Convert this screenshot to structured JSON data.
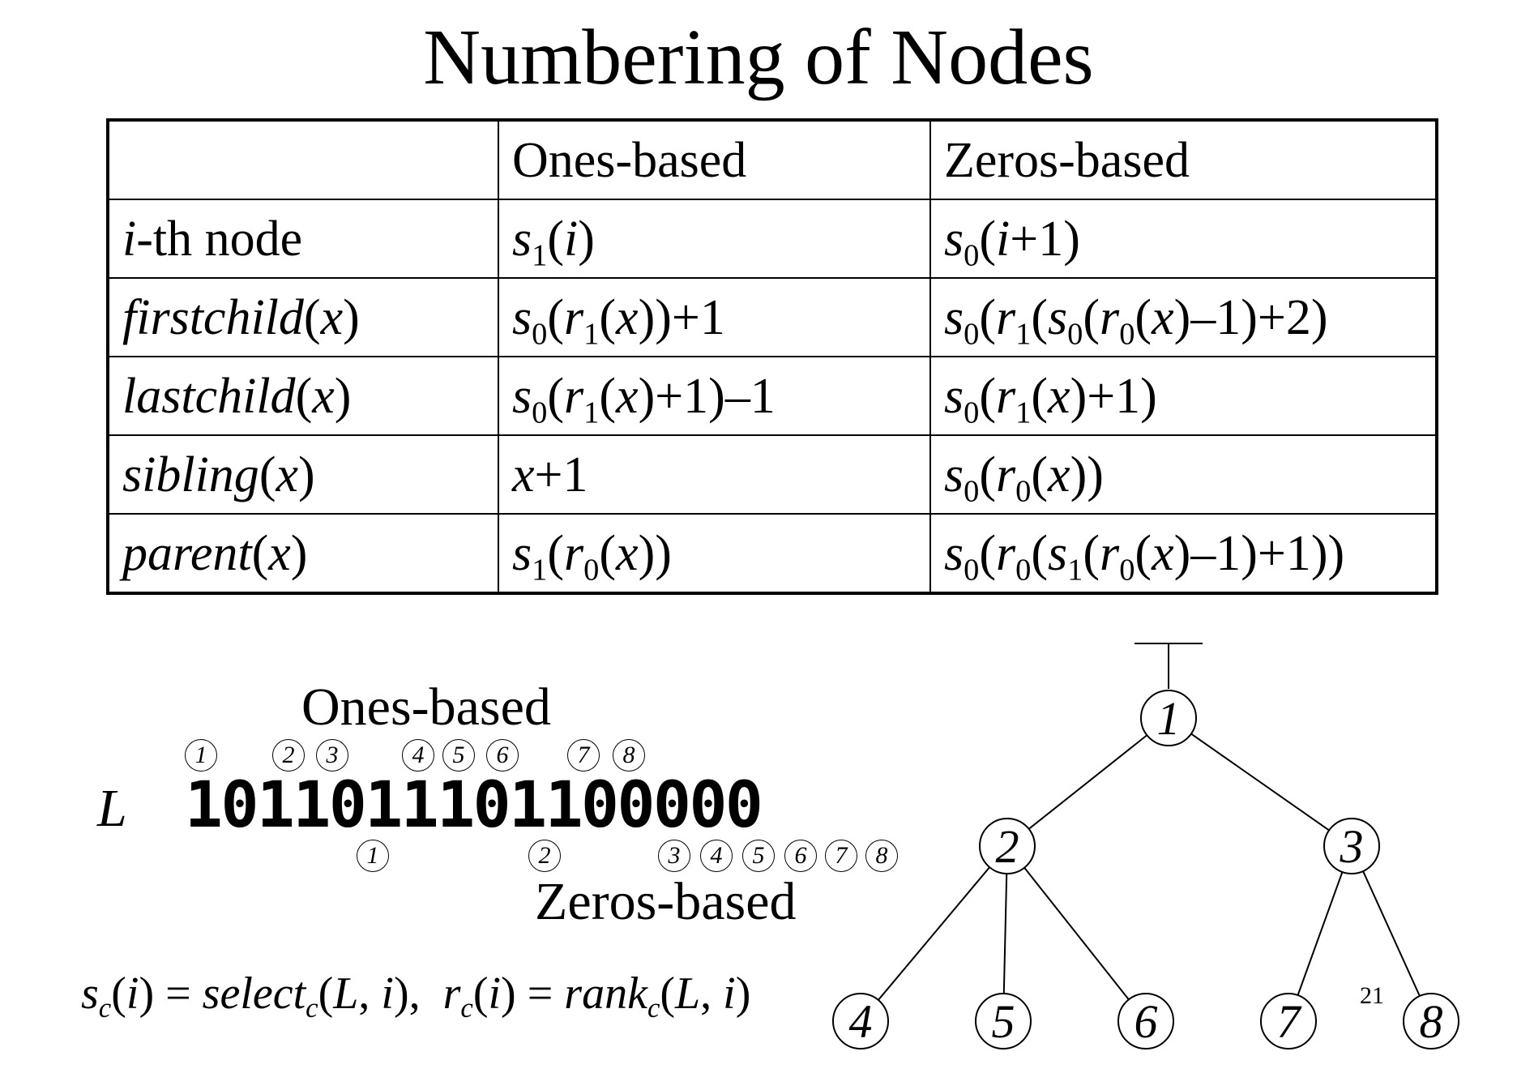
{
  "title": "Numbering of Nodes",
  "table": {
    "headers": [
      "",
      "Ones-based",
      "Zeros-based"
    ],
    "rows": [
      {
        "op": "i-th node",
        "ones": "s1(i)",
        "zeros": "s0(i+1)"
      },
      {
        "op": "firstchild(x)",
        "ones": "s0(r1(x))+1",
        "zeros": "s0(r1(s0(r0(x)–1)+2)"
      },
      {
        "op": "lastchild(x)",
        "ones": "s0(r1(x)+1)–1",
        "zeros": "s0(r1(x)+1)"
      },
      {
        "op": "sibling(x)",
        "ones": "x+1",
        "zeros": "s0(r0(x))"
      },
      {
        "op": "parent(x)",
        "ones": "s1(r0(x))",
        "zeros": "s0(r0(s1(r0(x)–1)+1))"
      }
    ]
  },
  "bitstring": {
    "name": "L",
    "bits": "1011011101100000",
    "ones_label": "Ones-based",
    "zeros_label": "Zeros-based",
    "ones_numbers": [
      "1",
      "2",
      "3",
      "4",
      "5",
      "6",
      "7",
      "8"
    ],
    "zeros_numbers": [
      "1",
      "2",
      "3",
      "4",
      "5",
      "6",
      "7",
      "8"
    ]
  },
  "formula": "sc(i) = selectc(L, i),  rc(i) = rankc(L, i)",
  "tree": {
    "nodes": [
      "1",
      "2",
      "3",
      "4",
      "5",
      "6",
      "7",
      "8"
    ],
    "edges": [
      [
        "1",
        "2"
      ],
      [
        "1",
        "3"
      ],
      [
        "2",
        "4"
      ],
      [
        "2",
        "5"
      ],
      [
        "2",
        "6"
      ],
      [
        "3",
        "7"
      ],
      [
        "3",
        "8"
      ]
    ]
  },
  "page_number": "21"
}
